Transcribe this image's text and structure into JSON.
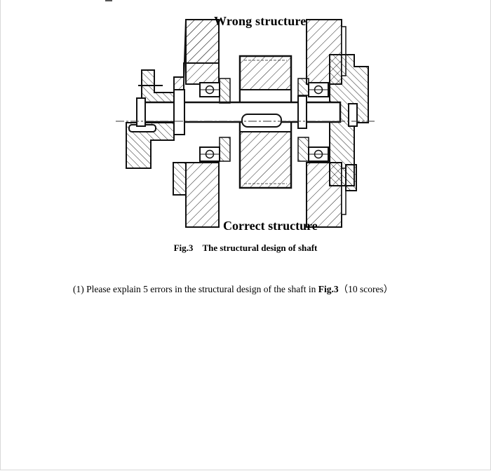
{
  "figure": {
    "label_top": "Wrong structure",
    "label_bottom": "Correct structure",
    "caption_number": "Fig.3",
    "caption_title": "The structural design of shaft"
  },
  "question": {
    "prefix": "(1) Please explain 5 errors in the structural design of the shaft in ",
    "figure_ref": "Fig.3",
    "suffix": "（10 scores）"
  }
}
